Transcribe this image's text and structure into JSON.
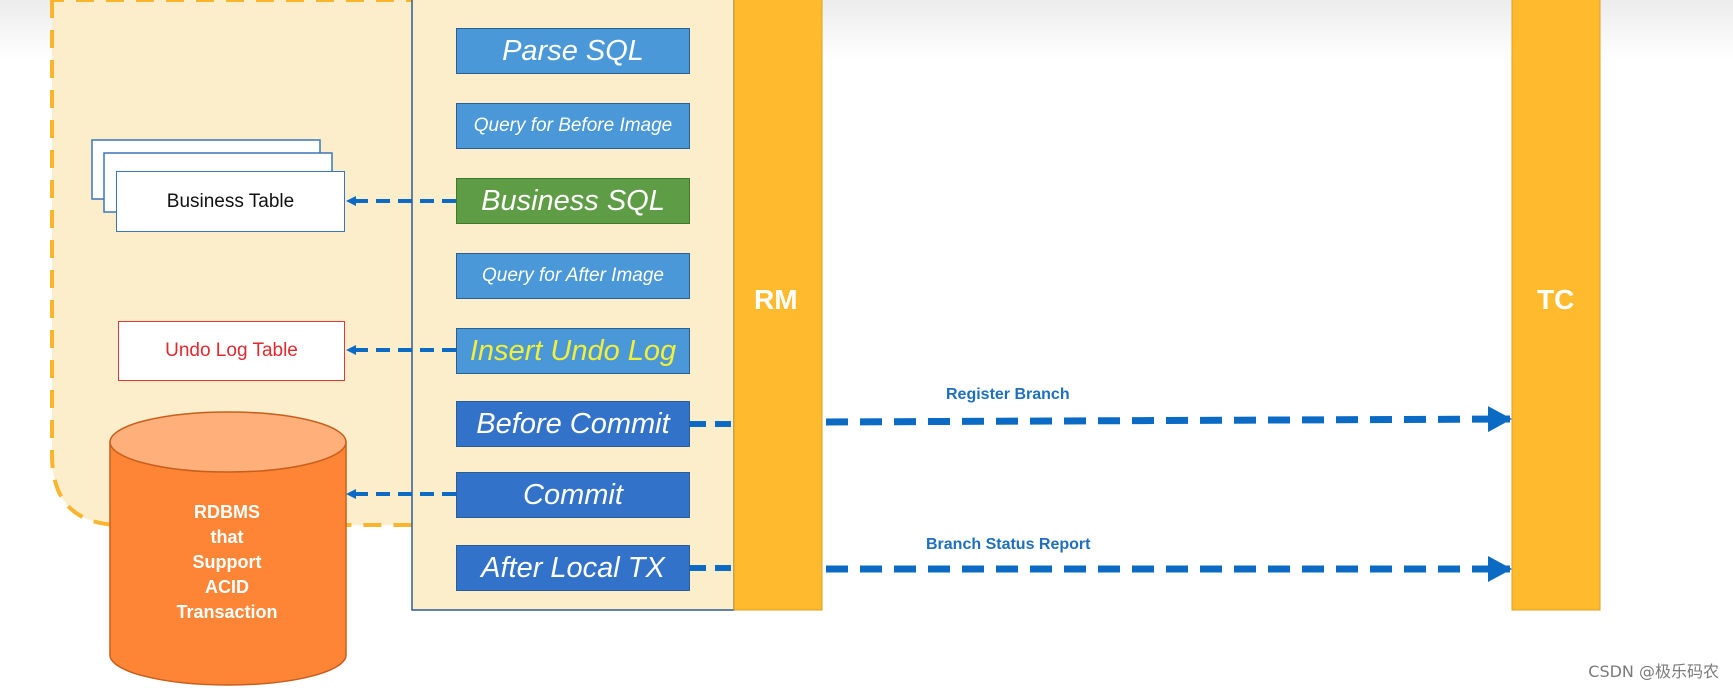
{
  "steps": [
    {
      "label": "Parse SQL",
      "style": "light"
    },
    {
      "label": "Query for Before Image",
      "style": "light"
    },
    {
      "label": "Business SQL",
      "style": "green"
    },
    {
      "label": "Query for After Image",
      "style": "light"
    },
    {
      "label": "Insert Undo Log",
      "style": "light-yellowtext"
    },
    {
      "label": "Before Commit",
      "style": "dark"
    },
    {
      "label": "Commit",
      "style": "dark"
    },
    {
      "label": "After Local TX",
      "style": "dark"
    }
  ],
  "business_table": {
    "label": "Business Table"
  },
  "undo_log_table": {
    "label": "Undo Log Table"
  },
  "rdbms": {
    "lines": [
      "RDBMS",
      "that",
      "Support",
      "ACID",
      "Transaction"
    ]
  },
  "rm": {
    "label": "RM"
  },
  "tc": {
    "label": "TC"
  },
  "arrows": {
    "register_branch": "Register Branch",
    "branch_status_report": "Branch Status Report"
  },
  "watermark": "CSDN @极乐码农",
  "colors": {
    "rm_tc_bar": "#ffba2e",
    "region_fill": "#fdeecb",
    "region_border": "#fbb52d",
    "arrow": "#0b6bc4",
    "cylinder": "#fd8535",
    "cylinder_top": "#ffb07a",
    "undo_border": "#e8363b",
    "undo_text": "#e02a2f"
  }
}
